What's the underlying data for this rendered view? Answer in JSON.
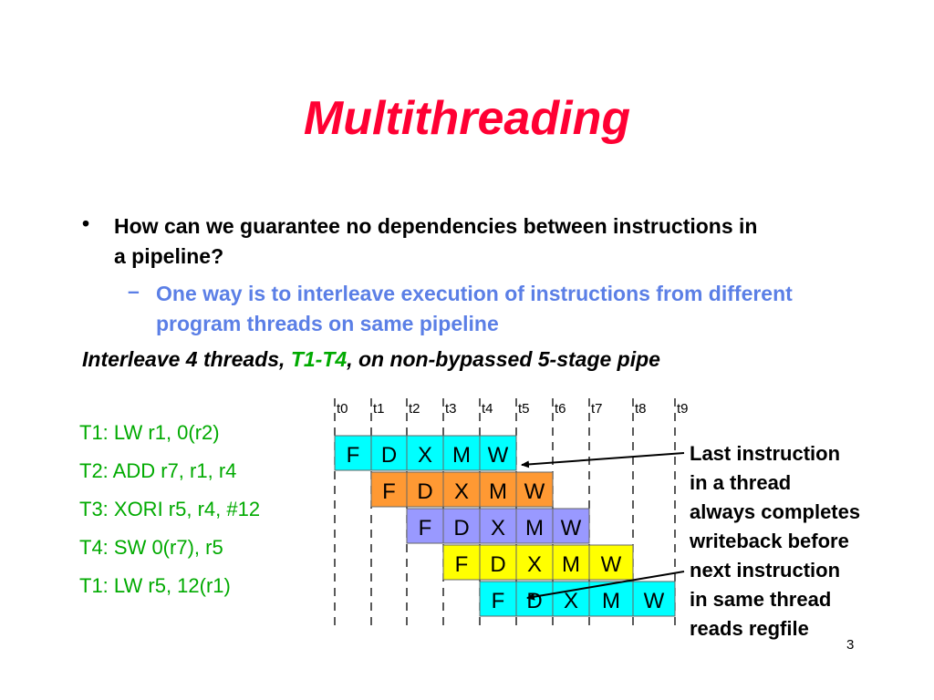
{
  "title": "Multithreading",
  "bullet": {
    "marker": "•",
    "text": "How can we guarantee no dependencies between instructions in a pipeline?"
  },
  "sub_bullet": {
    "marker": "–",
    "text": "One way is to interleave execution of instructions from different program threads on same pipeline"
  },
  "interleave": {
    "prefix": "Interleave 4 threads, ",
    "highlight": "T1-T4",
    "suffix": ", on non-bypassed 5-stage pipe"
  },
  "instructions": [
    "T1: LW r1, 0(r2)",
    "T2: ADD r7, r1, r4",
    "T3: XORI r5, r4, #12",
    "T4: SW 0(r7), r5",
    "T1: LW r5, 12(r1)"
  ],
  "time_labels": [
    "t0",
    "t1",
    "t2",
    "t3",
    "t4",
    "t5",
    "t6",
    "t7",
    "t8",
    "t9"
  ],
  "stages": [
    "F",
    "D",
    "X",
    "M",
    "W"
  ],
  "rows": [
    {
      "start": 0,
      "color": "#00ffff"
    },
    {
      "start": 1,
      "color": "#ff9933"
    },
    {
      "start": 2,
      "color": "#9999ff"
    },
    {
      "start": 3,
      "color": "#ffff00"
    },
    {
      "start": 4,
      "color": "#00ffff"
    }
  ],
  "annotation": [
    "Last instruction",
    "in a thread",
    "always completes",
    "writeback before",
    "next instruction",
    "in same thread",
    "reads regfile"
  ],
  "page_number": "3"
}
